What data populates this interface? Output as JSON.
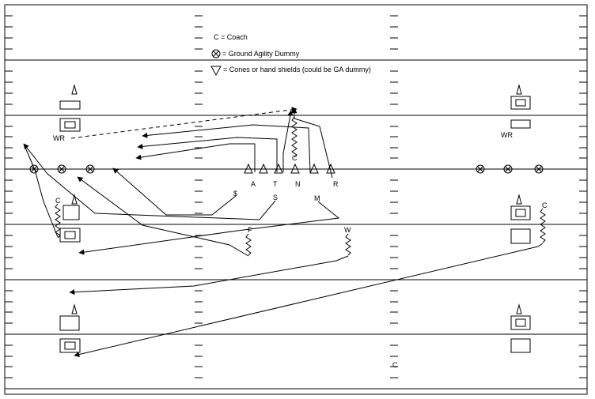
{
  "legend": {
    "coach": "C = Coach",
    "dummy": "= Ground Agility Dummy",
    "cone": "= Cones or hand shields (could be GA dummy)"
  },
  "labels": {
    "A": "A",
    "T": "T",
    "N": "N",
    "R": "R",
    "dollar": "$",
    "S": "S",
    "M": "M",
    "F": "F",
    "W": "W",
    "C": "C",
    "WR": "WR"
  },
  "colors": {
    "ink": "#000000",
    "background": "#ffffff"
  }
}
